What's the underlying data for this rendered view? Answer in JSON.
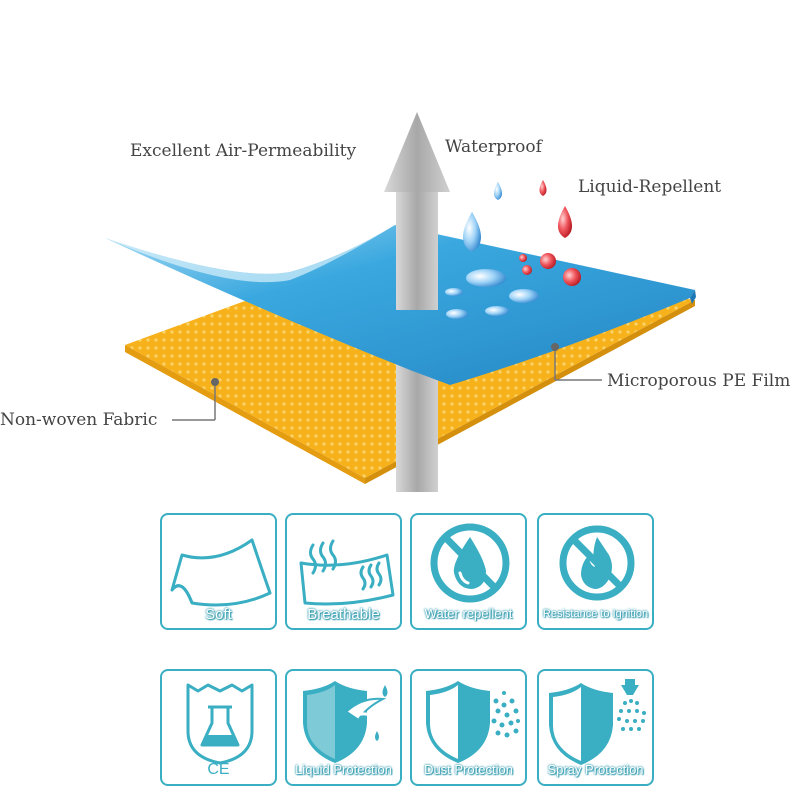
{
  "labels": {
    "air": "Excellent Air-Permeability",
    "waterproof": "Waterproof",
    "liquid_repellent": "Liquid-Repellent",
    "pe_film": "Microporous PE Film",
    "nonwoven": "Non-woven Fabric"
  },
  "colors": {
    "film": "#2d9fd6",
    "fabric": "#f7b21b",
    "badge": "#3aaec2",
    "arrow": "#bbbbbb",
    "drop_blue": "#4da3e6",
    "drop_red": "#e0303a"
  },
  "features_row1": [
    {
      "label": "Soft",
      "icon": "soft-icon"
    },
    {
      "label": "Breathable",
      "icon": "breathable-icon"
    },
    {
      "label": "Water repellent",
      "icon": "water-repellent-icon"
    },
    {
      "label": "Resistance to Ignition",
      "icon": "ignition-resistance-icon"
    }
  ],
  "features_row2": [
    {
      "label": "CE",
      "icon": "ce-flask-shield-icon"
    },
    {
      "label": "Liquid Protection",
      "icon": "liquid-protection-icon"
    },
    {
      "label": "Dust Protection",
      "icon": "dust-protection-icon"
    },
    {
      "label": "Spray Protection",
      "icon": "spray-protection-icon"
    }
  ]
}
